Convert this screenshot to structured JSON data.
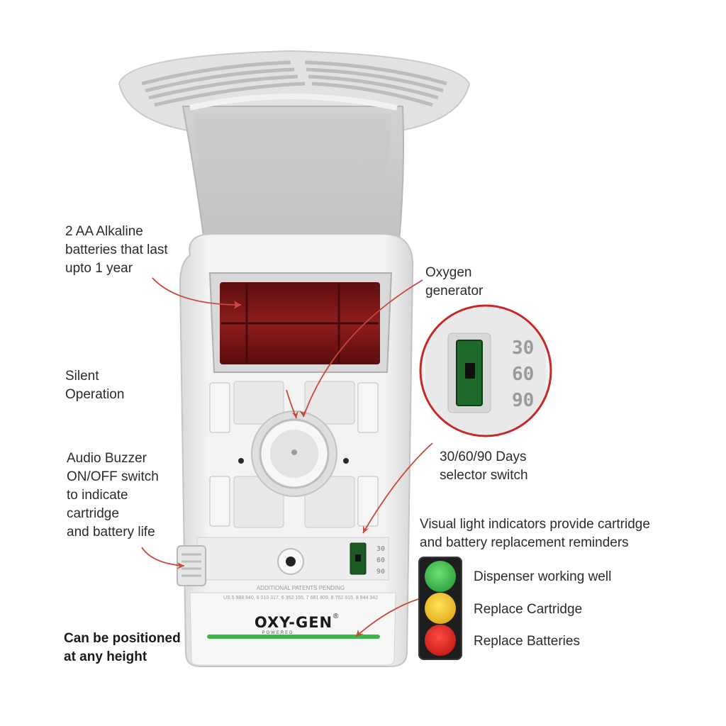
{
  "labels": {
    "batteries": [
      "2 AA Alkaline",
      "batteries that last",
      "upto 1 year"
    ],
    "silent": [
      "Silent",
      "Operation"
    ],
    "buzzer": [
      "Audio Buzzer",
      "ON/OFF switch",
      "to indicate",
      "cartridge",
      "and battery life"
    ],
    "positioned": [
      "Can be positioned",
      "at any height"
    ],
    "oxygen": [
      "Oxygen",
      "generator"
    ],
    "selector": [
      "30/60/90 Days",
      "selector switch"
    ],
    "visual": [
      "Visual light indicators provide cartridge",
      "and battery replacement reminders"
    ]
  },
  "selector_values": [
    "30",
    "60",
    "90"
  ],
  "device_text": {
    "patents": "ADDITIONAL PATENTS PENDING",
    "patent_numbers": "US 5 988 840, 6 010 317, 6 352 155, 7 681 809, 8 702 915, 8 944 342",
    "logo": "OXY-GEN",
    "logo_sub": "POWERED",
    "registered": "®"
  },
  "indicators": [
    {
      "label": "Dispenser working well",
      "color": "#33b84a"
    },
    {
      "label": "Replace Cartridge",
      "color": "#f2c41c"
    },
    {
      "label": "Replace Batteries",
      "color": "#e5221c"
    }
  ],
  "colors": {
    "arrow": "#c8483c",
    "battery": "#7a1515",
    "status_bar": "#3cb54a",
    "device_body": "#eeeeee",
    "callout_ring": "#c62828"
  },
  "icons": [
    "red-curved-arrow",
    "traffic-light"
  ]
}
